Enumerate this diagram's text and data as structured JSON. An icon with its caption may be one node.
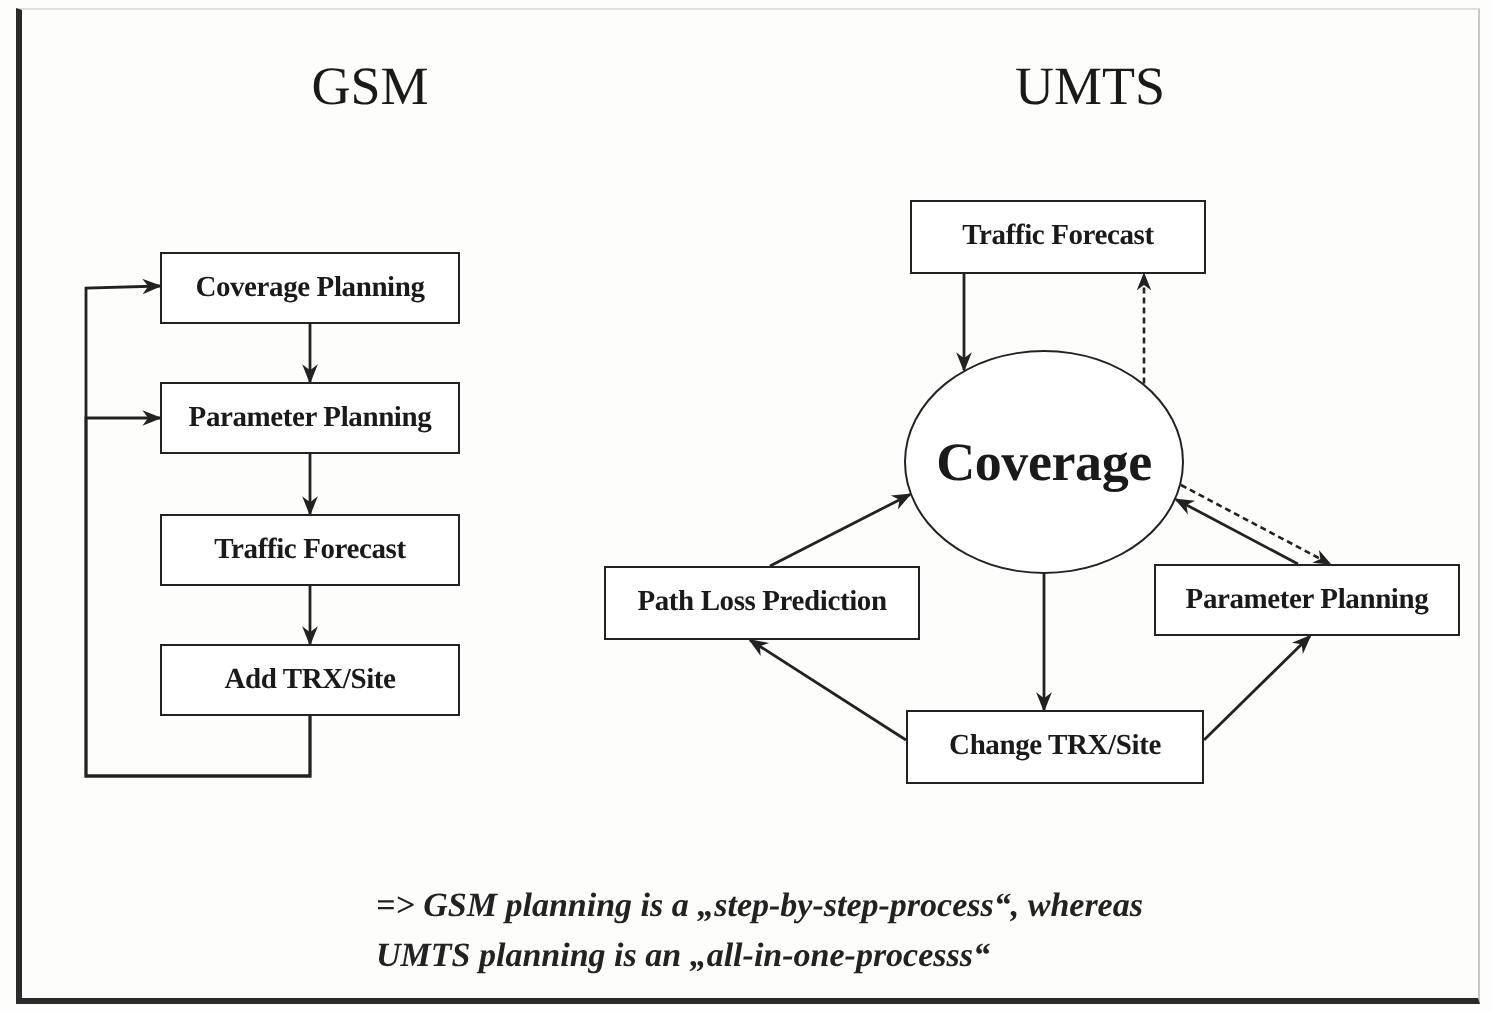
{
  "diagram": {
    "nodes": [
      {
        "text": [
          "Coverage Planning"
        ]
      },
      {
        "text": [
          "Parameter Planning"
        ]
      },
      {
        "text": [
          "Traffic Forecast"
        ]
      },
      {
        "text": [
          "Add TRX/Site"
        ]
      },
      {
        "text": [
          "Traffic Forecast"
        ]
      },
      {
        "text": [
          "Coverage"
        ]
      },
      {
        "text": [
          "Path Loss Prediction"
        ]
      },
      {
        "text": [
          "Parameter Planning"
        ]
      },
      {
        "text": [
          "Change TRX/Site"
        ]
      }
    ],
    "edges": [
      {
        "from": 0,
        "to": 1,
        "arrow": "to"
      },
      {
        "from": 1,
        "to": 2,
        "arrow": "to"
      },
      {
        "from": 2,
        "to": 3,
        "arrow": "to"
      },
      {
        "from": 3,
        "to": 0,
        "arrow": "to"
      },
      {
        "from": 3,
        "to": 1,
        "arrow": "to"
      },
      {
        "from": 4,
        "to": 5,
        "arrow": "to"
      },
      {
        "from": 5,
        "to": 4,
        "arrow": "to",
        "style": "dashed"
      },
      {
        "from": 6,
        "to": 5,
        "arrow": "to"
      },
      {
        "from": 7,
        "to": 5,
        "arrow": "to"
      },
      {
        "from": 5,
        "to": 7,
        "arrow": "to",
        "style": "dashed"
      },
      {
        "from": 5,
        "to": 8,
        "arrow": "to"
      },
      {
        "from": 8,
        "to": 6,
        "arrow": "to"
      },
      {
        "from": 8,
        "to": 7,
        "arrow": "to"
      }
    ],
    "labels": [
      "GSM",
      "UMTS"
    ],
    "caption": "=> GSM planning is a „step-by-step-process“, whereas UMTS planning is an „all-in-one-processs“"
  }
}
